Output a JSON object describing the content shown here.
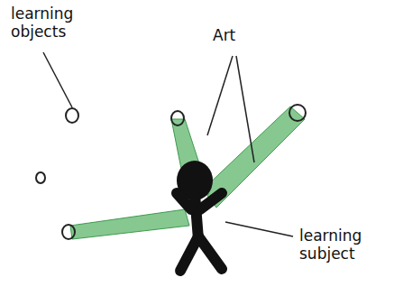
{
  "diagram": {
    "labels": [
      "learning objects",
      "Art",
      "learning subject"
    ]
  }
}
